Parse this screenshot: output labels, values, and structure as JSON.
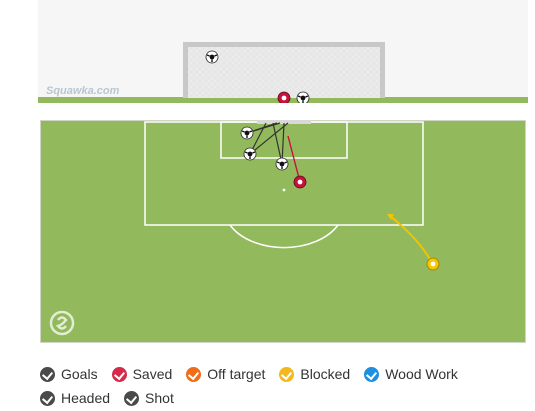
{
  "watermark": "Squawka.com",
  "colors": {
    "pitch": "#93b95d",
    "pitch_dark": "#86ad50",
    "lines": "#ffffff",
    "goal_bg": "#f6f6f6",
    "saved": "#c8123c",
    "blocked": "#f7c600"
  },
  "legend": [
    {
      "label": "Goals",
      "color": "#4a4a4a"
    },
    {
      "label": "Saved",
      "color": "#d52a4a"
    },
    {
      "label": "Off target",
      "color": "#ef6c19"
    },
    {
      "label": "Blocked",
      "color": "#f3b81c"
    },
    {
      "label": "Wood Work",
      "color": "#1e8fe0"
    },
    {
      "label": "Headed",
      "color": "#4a4a4a"
    },
    {
      "label": "Shot",
      "color": "#4a4a4a"
    }
  ],
  "icons": {
    "logo": "squawka-logo-icon",
    "ball": "football-icon"
  }
}
